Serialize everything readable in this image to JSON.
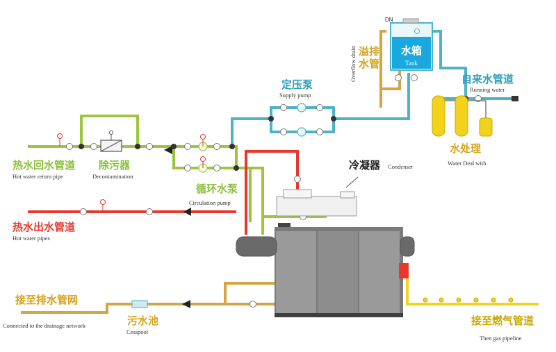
{
  "colors": {
    "hot_return": "#9dc63f",
    "hot_out": "#e8382d",
    "supply": "#4fb3c8",
    "overflow": "#d3a544",
    "drain": "#d3a544",
    "gas": "#f1d321",
    "label_green": "#8cc03c",
    "label_red": "#e8382d",
    "label_blue": "#2e9fb8",
    "label_gold": "#d7a21b",
    "label_yellow": "#c9a800",
    "boiler": "#6e6e6e"
  },
  "labels": {
    "hot_water_return": {
      "cn": "热水回水管道",
      "en": "Hot water return pipe"
    },
    "decontamination": {
      "cn": "除污器",
      "en": "Decontamination"
    },
    "circulation_pump": {
      "cn": "循环水泵",
      "en": "Circulation pump"
    },
    "hot_water_out": {
      "cn": "热水出水管道",
      "en": "Hot water pipes"
    },
    "supply_pump": {
      "cn": "定压泵",
      "en": "Supply pump"
    },
    "overflow_drain": {
      "cn_line1": "溢排",
      "cn_line2": "水管",
      "en": "Overflow drain"
    },
    "tank": {
      "cn": "水箱",
      "en": "Tank",
      "top_mark": "DN"
    },
    "running_water": {
      "cn": "自来水管道",
      "en": "Running water"
    },
    "water_treatment": {
      "cn": "水处理",
      "en": "Water Deal with"
    },
    "condenser": {
      "cn": "冷凝器",
      "en": "Condenser"
    },
    "drainage": {
      "cn": "接至排水管网",
      "en": "Connected to the drainage network"
    },
    "cesspool": {
      "cn": "污水池",
      "en": "Cesspool"
    },
    "gas_pipeline": {
      "cn": "接至燃气管道",
      "en": "Then gas pipeline"
    }
  },
  "icons": [
    "valve-icon",
    "pump-icon",
    "pressure-gauge-icon",
    "filter-icon",
    "check-valve-icon",
    "boiler-icon"
  ]
}
